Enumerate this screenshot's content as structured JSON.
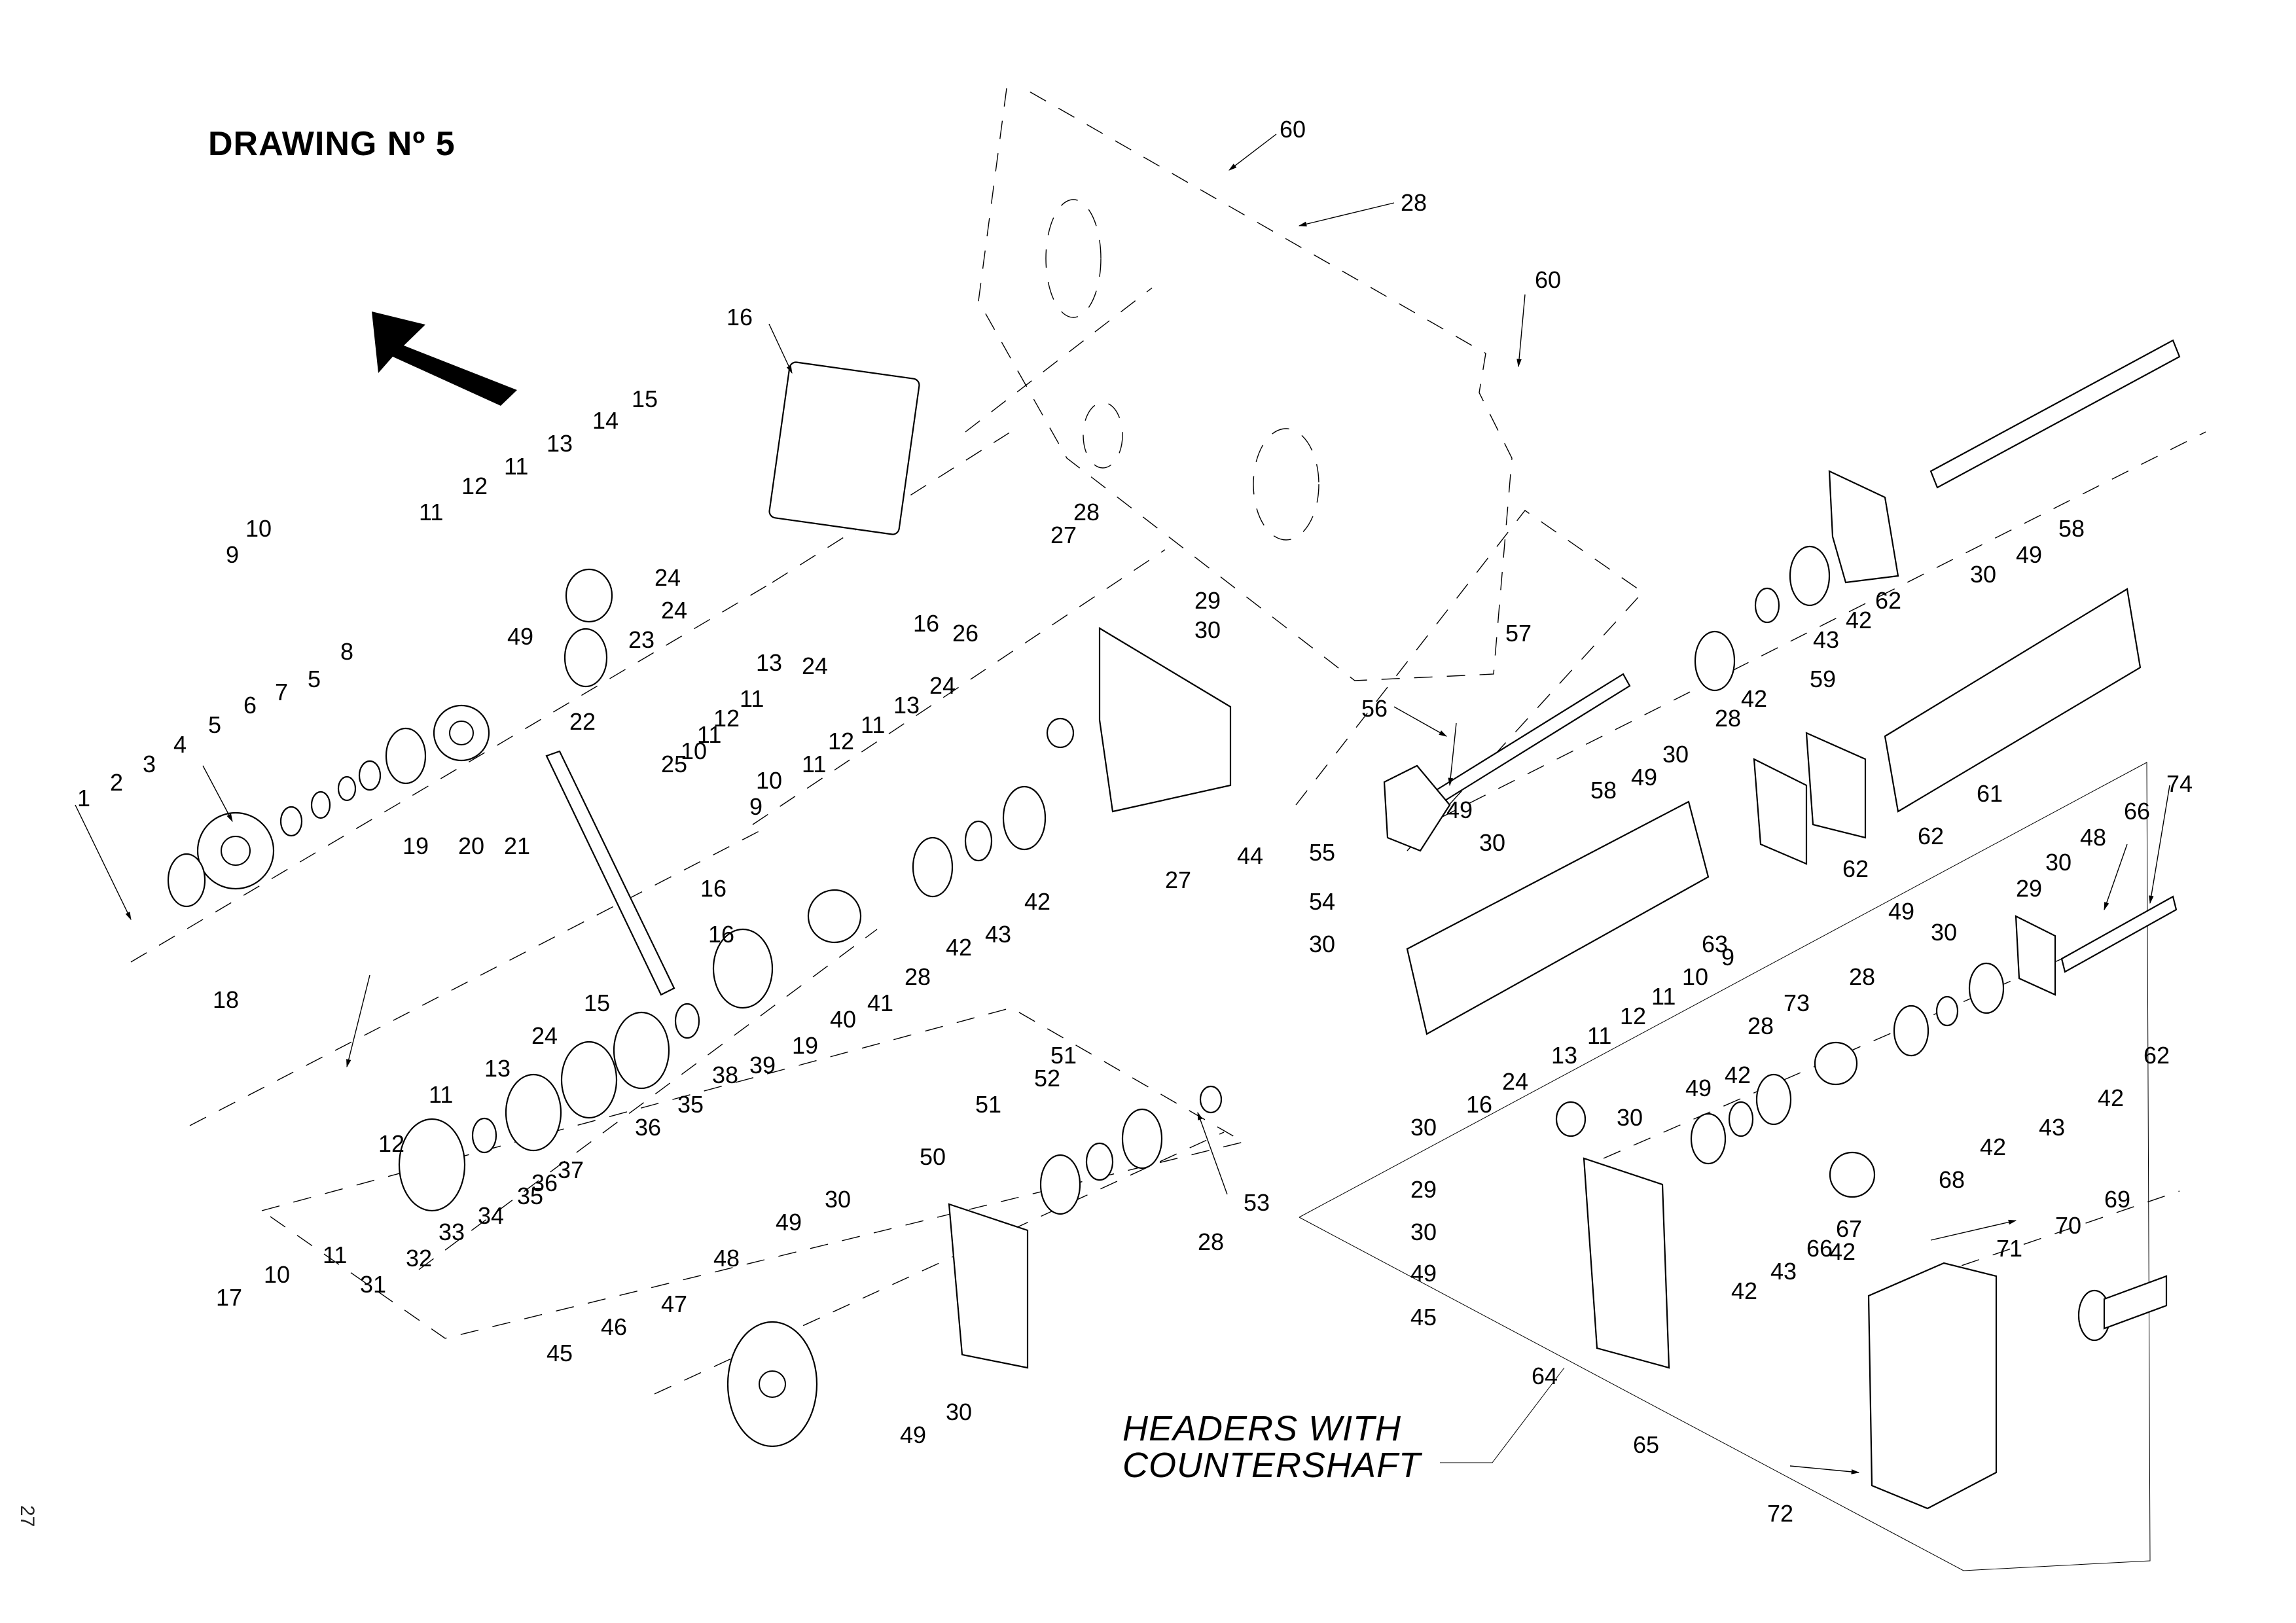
{
  "document": {
    "title": "DRAWING Nº 5",
    "page_number": "27",
    "note": {
      "line1": "HEADERS WITH",
      "line2": "COUNTERSHAFT"
    },
    "direction_arrow": "arrow-up-left-icon"
  },
  "callouts": {
    "left_assembly": [
      "1",
      "2",
      "3",
      "4",
      "5",
      "5",
      "6",
      "7",
      "8",
      "9",
      "10",
      "11",
      "12",
      "11",
      "13",
      "24",
      "49",
      "23",
      "22",
      "19",
      "20",
      "21",
      "16",
      "18"
    ],
    "top_idler": [
      "16",
      "14",
      "15",
      "26",
      "16",
      "27",
      "28",
      "29",
      "30"
    ],
    "middle_idler": [
      "24",
      "13",
      "11",
      "12",
      "11",
      "10",
      "25",
      "9",
      "10",
      "11",
      "12",
      "11",
      "13",
      "24",
      "24"
    ],
    "lower_left": [
      "17",
      "10",
      "11",
      "12",
      "11",
      "13",
      "24",
      "15",
      "16",
      "33",
      "32",
      "31",
      "34",
      "35",
      "36",
      "37",
      "36",
      "35",
      "38",
      "39",
      "19",
      "40",
      "41",
      "28",
      "42",
      "43",
      "42",
      "44",
      "27"
    ],
    "pulley_group": [
      "45",
      "46",
      "47",
      "48",
      "49",
      "30",
      "50",
      "49",
      "30",
      "51",
      "52",
      "51",
      "28",
      "53"
    ],
    "upper_plate": [
      "60",
      "28",
      "60",
      "57",
      "56"
    ],
    "right_shaft": [
      "58",
      "49",
      "30",
      "62",
      "42",
      "43",
      "42",
      "28",
      "59",
      "62",
      "62",
      "61",
      "55",
      "49",
      "30",
      "58",
      "49",
      "30",
      "54",
      "30",
      "63"
    ],
    "countershaft": [
      "74",
      "66",
      "48",
      "30",
      "29",
      "49",
      "30",
      "28",
      "73",
      "62",
      "42",
      "43",
      "42",
      "9",
      "10",
      "11",
      "12",
      "11",
      "13",
      "24",
      "16",
      "30",
      "29",
      "30",
      "49",
      "45",
      "64",
      "65",
      "28",
      "42",
      "49",
      "30",
      "42",
      "43",
      "42",
      "66",
      "67",
      "68",
      "71",
      "70",
      "69",
      "72"
    ]
  }
}
